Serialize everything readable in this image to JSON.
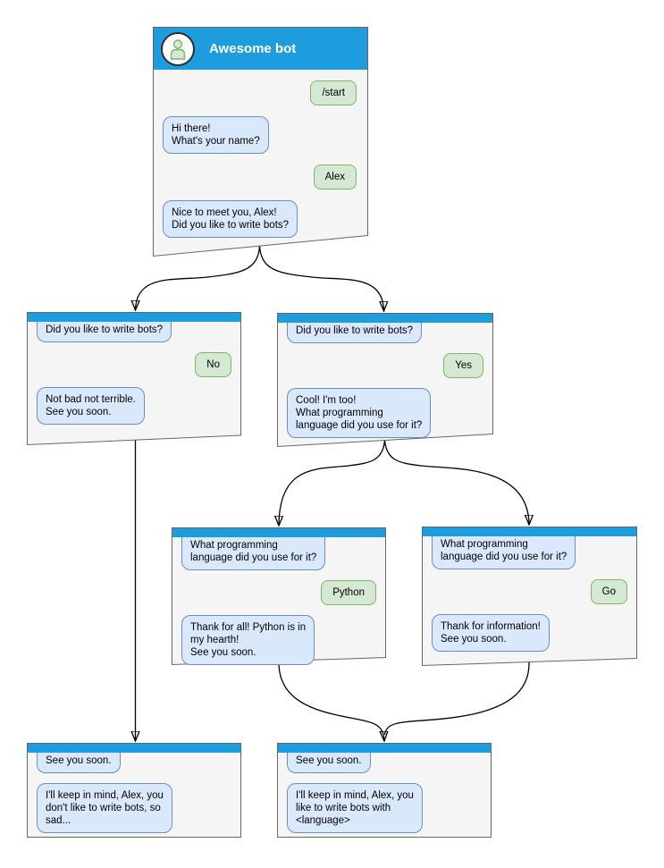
{
  "colors": {
    "header_blue": "#1e9dde",
    "window_bg": "#f5f5f5",
    "window_border": "#666666",
    "bot_bubble_bg": "#dae8fc",
    "bot_bubble_border": "#6c8ebf",
    "user_bubble_bg": "#d5e8d4",
    "user_bubble_border": "#82b366",
    "avatar_fill": "#d5e8d4",
    "avatar_stroke": "#82b366",
    "connector": "#000000"
  },
  "boxes": {
    "root": {
      "title": "Awesome bot",
      "m": [
        "/start",
        "Hi there!\nWhat's your name?",
        "Alex",
        "Nice to meet you, Alex!\nDid you like to write bots?"
      ]
    },
    "no": {
      "m": [
        "Did you like to write bots?",
        "No",
        "Not bad not terrible.\nSee you soon."
      ]
    },
    "yes": {
      "m": [
        "Did you like to write bots?",
        "Yes",
        "Cool! I'm too!\nWhat programming\nlanguage did you use for it?"
      ]
    },
    "python": {
      "m": [
        "What programming\nlanguage did you use for it?",
        "Python",
        "Thank for all! Python is in\nmy hearth!\nSee you soon."
      ]
    },
    "go": {
      "m": [
        "What programming\nlanguage did you use for it?",
        "Go",
        "Thank for information!\nSee you soon."
      ]
    },
    "end_no": {
      "m": [
        "See you soon.",
        "I'll keep in mind, Alex, you\ndon't like to write bots, so\nsad..."
      ]
    },
    "end_yes": {
      "m": [
        "See you soon.",
        "I'll keep in mind, Alex, you\nlike to write bots with\n<language>"
      ]
    }
  }
}
